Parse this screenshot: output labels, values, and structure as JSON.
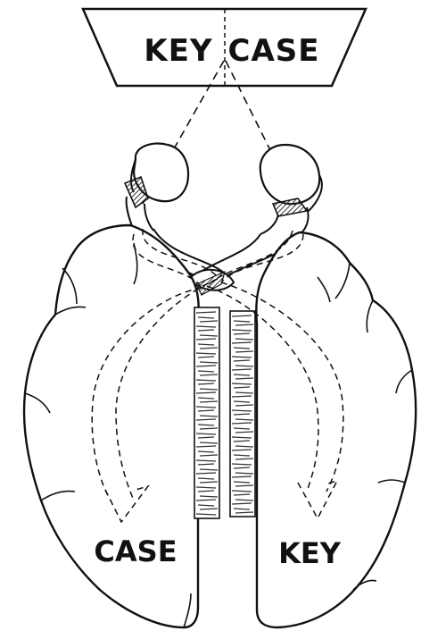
{
  "screen": {
    "left_label": "KEY",
    "right_label": "CASE"
  },
  "hemispheres": {
    "left_label": "CASE",
    "right_label": "KEY"
  },
  "colors": {
    "ink": "#111111",
    "paper": "#ffffff",
    "hatch": "#555555"
  }
}
